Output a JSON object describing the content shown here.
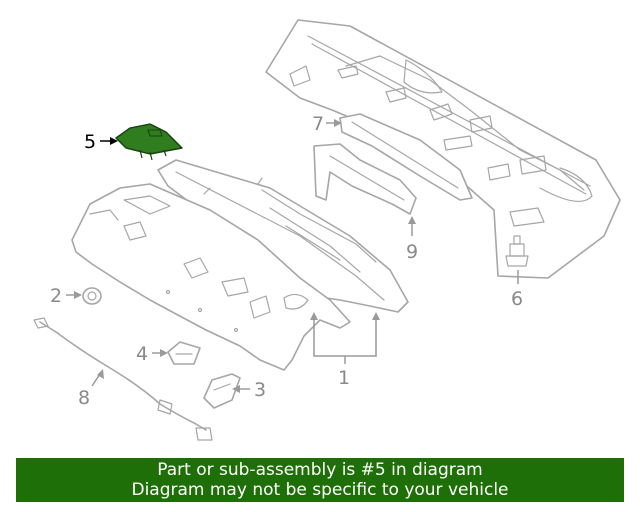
{
  "diagram": {
    "callouts": {
      "c1": "1",
      "c2": "2",
      "c3": "3",
      "c4": "4",
      "c5": "5",
      "c6": "6",
      "c7": "7",
      "c8": "8",
      "c9": "9"
    },
    "highlight_part": "5",
    "colors": {
      "highlight_fill": "#2f7d1e",
      "line": "#a6a6a6",
      "banner_bg": "#1f6f08",
      "banner_text": "#ffffff"
    }
  },
  "banner": {
    "line1": "Part or sub-assembly is #5 in diagram",
    "line2": "Diagram may not be specific to your vehicle"
  }
}
